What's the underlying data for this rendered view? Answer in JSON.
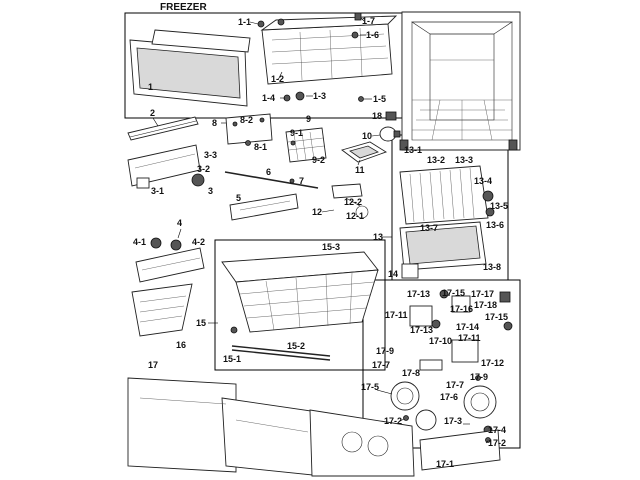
{
  "title": "FREEZER",
  "labels": {
    "p1": "1",
    "p1_1": "1-1",
    "p1_2": "1-2",
    "p1_3": "1-3",
    "p1_4": "1-4",
    "p1_5": "1-5",
    "p1_6": "1-6",
    "p1_7": "1-7",
    "p2": "2",
    "p3": "3",
    "p3_1": "3-1",
    "p3_2": "3-2",
    "p3_3": "3-3",
    "p4": "4",
    "p4_1": "4-1",
    "p4_2": "4-2",
    "p5": "5",
    "p6": "6",
    "p7": "7",
    "p8": "8",
    "p8_1": "8-1",
    "p8_2": "8-2",
    "p9": "9",
    "p9_1": "9-1",
    "p9_2": "9-2",
    "p10": "10",
    "p11": "11",
    "p12": "12",
    "p12_1": "12-1",
    "p12_2": "12-2",
    "p13": "13",
    "p13_1": "13-1",
    "p13_2": "13-2",
    "p13_3": "13-3",
    "p13_4": "13-4",
    "p13_5": "13-5",
    "p13_6": "13-6",
    "p13_7": "13-7",
    "p13_8": "13-8",
    "p14": "14",
    "p15": "15",
    "p15_1": "15-1",
    "p15_2": "15-2",
    "p15_3": "15-3",
    "p16": "16",
    "p17": "17",
    "p17_1": "17-1",
    "p17_2a": "17-2",
    "p17_2b": "17-2",
    "p17_3": "17-3",
    "p17_4": "17-4",
    "p17_5": "17-5",
    "p17_6": "17-6",
    "p17_7a": "17-7",
    "p17_7b": "17-7",
    "p17_8": "17-8",
    "p17_9a": "17-9",
    "p17_9b": "17-9",
    "p17_10": "17-10",
    "p17_11a": "17-11",
    "p17_11b": "17-11",
    "p17_12": "17-12",
    "p17_13a": "17-13",
    "p17_13b": "17-13",
    "p17_14": "17-14",
    "p17_15a": "17-15",
    "p17_15b": "17-15",
    "p17_16": "17-16",
    "p17_17": "17-17",
    "p17_18": "17-18",
    "p18": "18"
  }
}
